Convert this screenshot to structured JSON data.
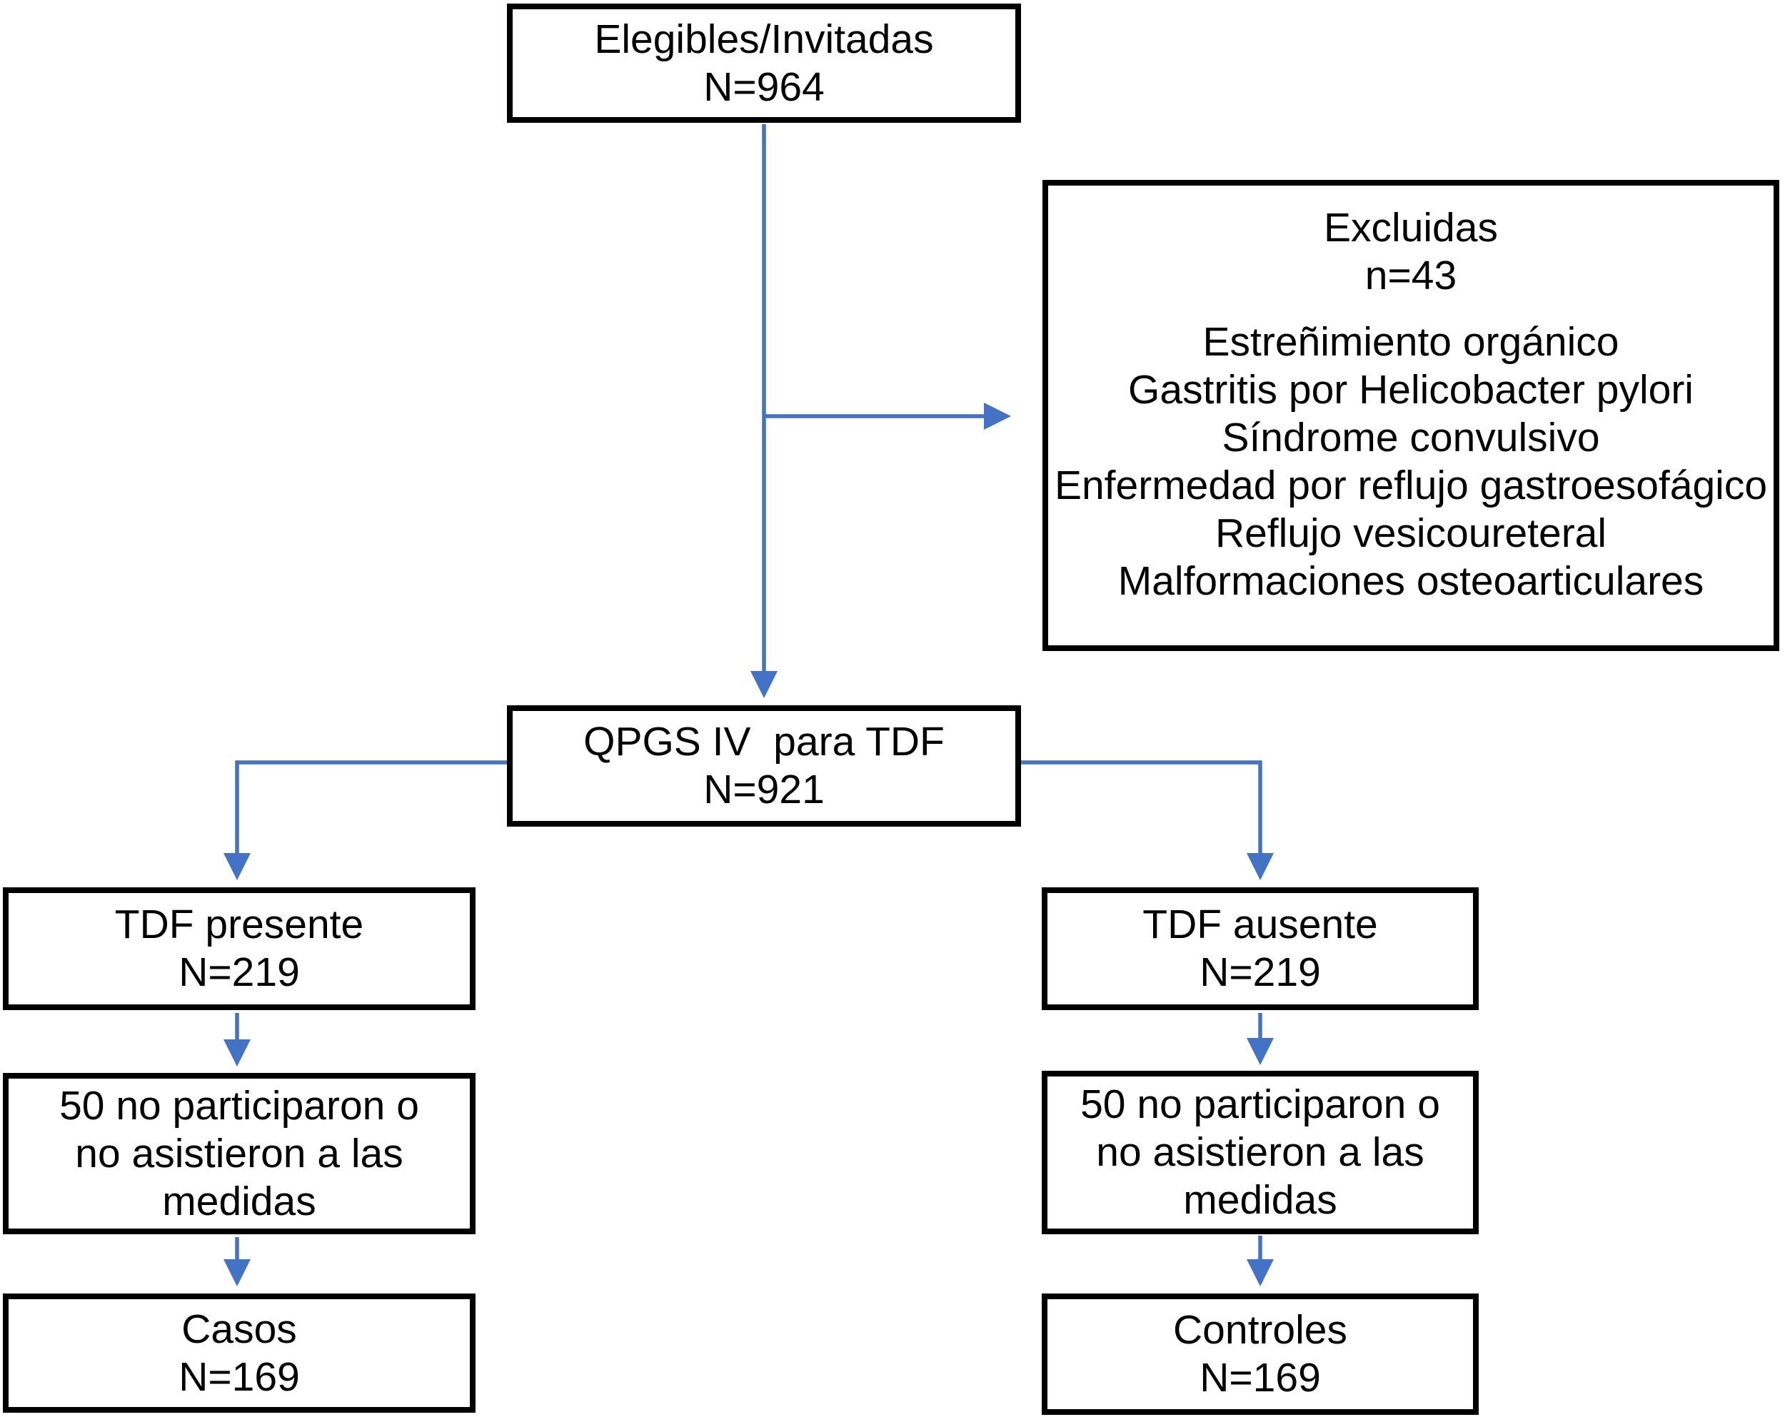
{
  "diagram": {
    "type": "study-flowchart",
    "arrow_color": "#4472C4",
    "box_border_color": "#000000",
    "background_color": "#ffffff",
    "text_color": "#000000",
    "boxes": {
      "eligible": {
        "line1": "Elegibles/Invitadas",
        "line2": "N=964"
      },
      "excluded": {
        "title": "Excluidas",
        "count": "n=43",
        "reasons": [
          "Estreñimiento orgánico",
          "Gastritis por Helicobacter pylori",
          "Síndrome convulsivo",
          "Enfermedad por reflujo gastroesofágico",
          "Reflujo vesicoureteral",
          "Malformaciones osteoarticulares"
        ]
      },
      "qpgs": {
        "line1": "QPGS IV  para TDF",
        "line2": "N=921"
      },
      "tdf_present": {
        "line1": "TDF presente",
        "line2": "N=219"
      },
      "tdf_absent": {
        "line1": "TDF ausente",
        "line2": "N=219"
      },
      "dropout_left": {
        "line1": "50 no participaron o",
        "line2": "no asistieron a las",
        "line3": "medidas"
      },
      "dropout_right": {
        "line1": "50 no participaron o",
        "line2": "no asistieron a las",
        "line3": "medidas"
      },
      "cases": {
        "line1": "Casos",
        "line2": "N=169"
      },
      "controls": {
        "line1": "Controles",
        "line2": "N=169"
      }
    }
  }
}
